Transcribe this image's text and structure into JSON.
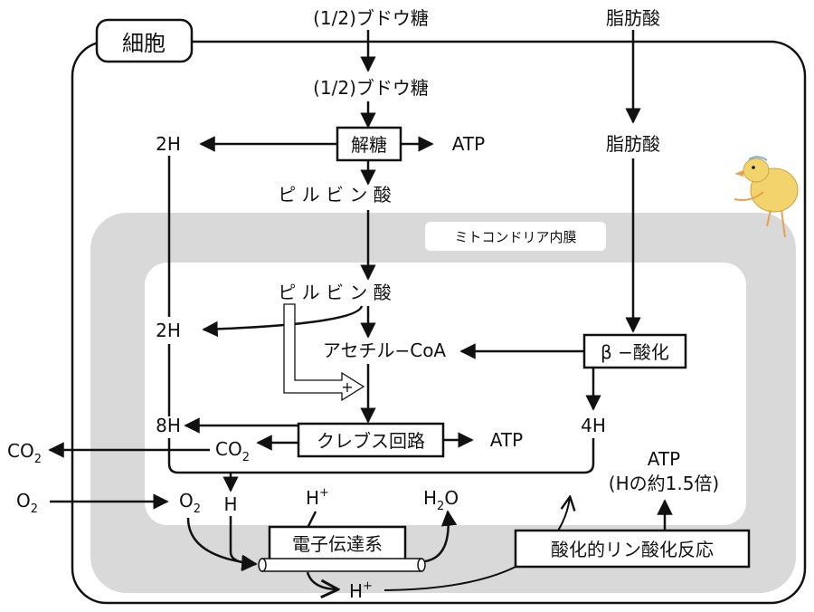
{
  "cell_label": "細胞",
  "membrane_label": "ミトコンドリア内膜",
  "top_glucose": "(1/2)ブドウ糖",
  "top_fatty_acid": "脂肪酸",
  "glucose_inner": "(1/2)ブドウ糖",
  "fatty_acid_inner": "脂肪酸",
  "glycolysis_box": "解糖",
  "atp_glycolysis": "ATP",
  "two_h_top": "2H",
  "pyruvate_outer": "ピ ル ビ ン 酸",
  "pyruvate_inner": "ピ ル ビ ン 酸",
  "two_h_mid": "2H",
  "acetyl_coa": "アセチル−CoA",
  "beta_oxidation_box": "β −酸化",
  "plus_sign": "+",
  "eight_h": "8H",
  "krebs_box": "クレブス回路",
  "atp_krebs": "ATP",
  "four_h": "4H",
  "co2_inner": "CO",
  "co2_inner_sub": "2",
  "co2_outer": "CO",
  "co2_outer_sub": "2",
  "o2_outer": "O",
  "o2_outer_sub": "2",
  "o2_inner": "O",
  "o2_inner_sub": "2",
  "h_label": "H",
  "h_plus_top": "H",
  "h_plus_top_sup": "+",
  "h2o": "H",
  "h2o_sub": "2",
  "h2o_tail": "O",
  "electron_transport_box": "電子伝達系",
  "h_plus_bottom": "H",
  "h_plus_bottom_sup": "+",
  "atp_right": "ATP",
  "atp_right_note": "(Hの約1.5倍)",
  "ox_phos_box": "酸化的リン酸化反応",
  "colors": {
    "line": "#111111",
    "membrane_gray": "#d9d9d9",
    "chick_yellow": "#f3d36b",
    "chick_orange": "#e8a24a"
  }
}
